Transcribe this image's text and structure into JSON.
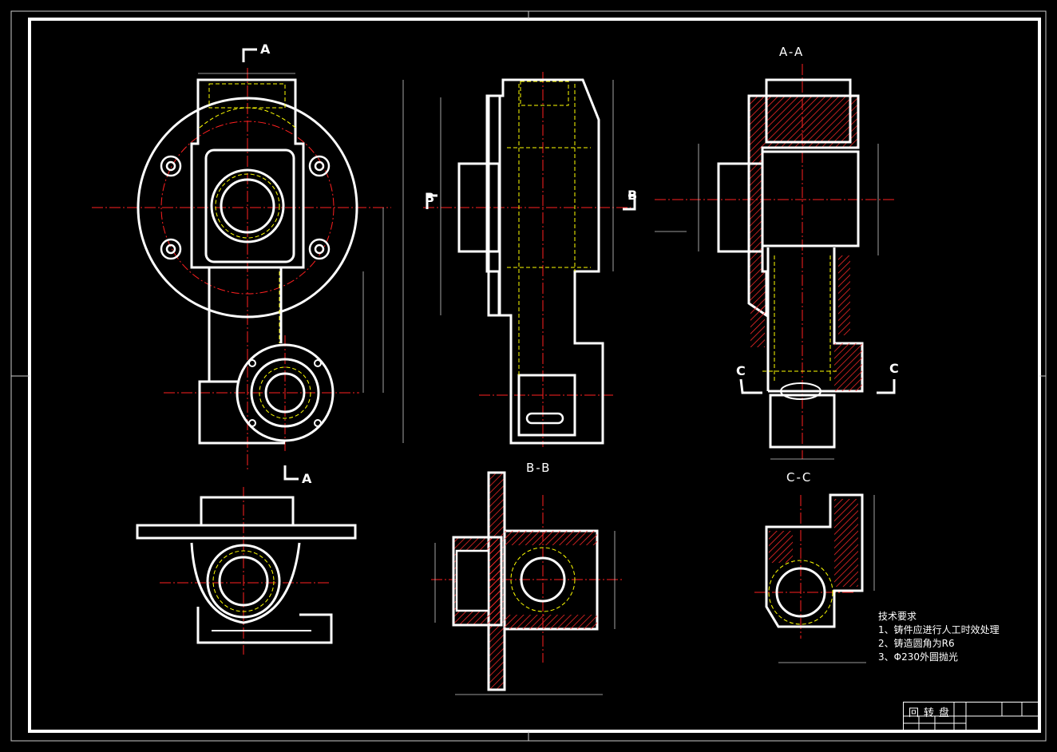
{
  "drawing": {
    "title": "回转盘",
    "section_marks": {
      "a_top": "A",
      "a_bottom": "A",
      "b_left": "B",
      "b_right": "B",
      "c_left": "C",
      "c_right": "C"
    },
    "view_titles": {
      "aa": "A-A",
      "bb": "B-B",
      "cc": "C-C"
    },
    "tech_requirements": {
      "heading": "技术要求",
      "items": [
        "1、铸件应进行人工时效处理",
        "2、铸造圆角为R6",
        "3、Φ230外圆抛光"
      ]
    },
    "colors": {
      "background": "#000000",
      "outline": "#ffffff",
      "centerline": "#ff0000",
      "hidden": "#ffff00",
      "hatch": "#ff2020"
    }
  }
}
